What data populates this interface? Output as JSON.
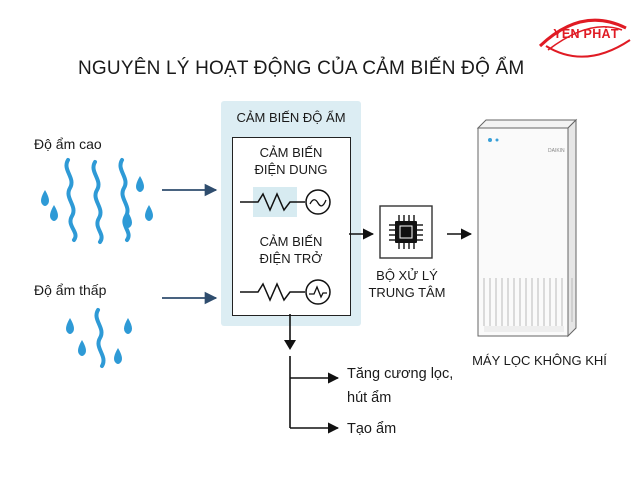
{
  "title": "NGUYÊN LÝ HOẠT ĐỘNG CỦA CẢM BIẾN ĐỘ ẨM",
  "logo": {
    "text": "YÊN PHÁT",
    "color": "#e01b24"
  },
  "inputs": {
    "high_humidity": "Độ ẩm cao",
    "low_humidity": "Độ ẩm thấp"
  },
  "sensor": {
    "title": "CẢM BIẾN ĐỘ ẨM",
    "capacitive": [
      "CẢM BIẾN",
      "ĐIỆN DUNG"
    ],
    "resistive": [
      "CẢM BIẾN",
      "ĐIỆN TRỞ"
    ]
  },
  "processor": {
    "label": [
      "BỘ XỬ LÝ",
      "TRUNG TÂM"
    ]
  },
  "purifier": {
    "label": "MÁY LỌC KHÔNG KHÍ",
    "brand": "DAIKIN"
  },
  "outputs": {
    "increase": [
      "Tăng cương lọc,",
      "hút ẩm"
    ],
    "humidify": "Tạo ẩm"
  },
  "colors": {
    "water": "#2e9ad6",
    "panel": "#dcedf3",
    "arrow_in": "#2f4d6e",
    "logo": "#e01b24"
  }
}
